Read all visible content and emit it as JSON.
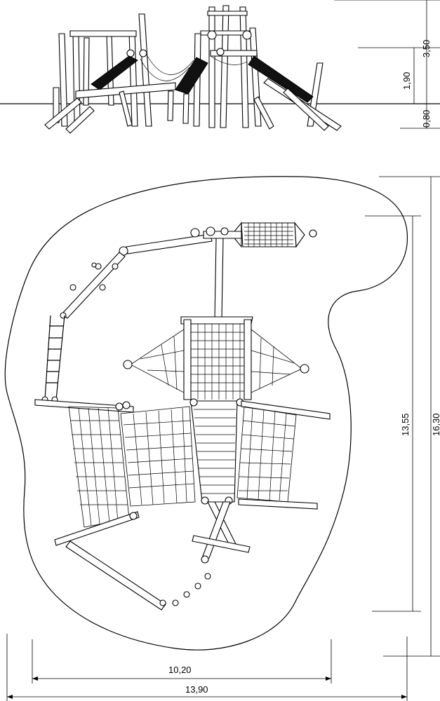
{
  "dimensions": {
    "height_total": "3,50",
    "height_platform": "1,90",
    "depth": "0,80",
    "length_inner": "13,55",
    "length_outer": "16,30",
    "width_inner": "10,20",
    "width_outer": "13,90"
  }
}
